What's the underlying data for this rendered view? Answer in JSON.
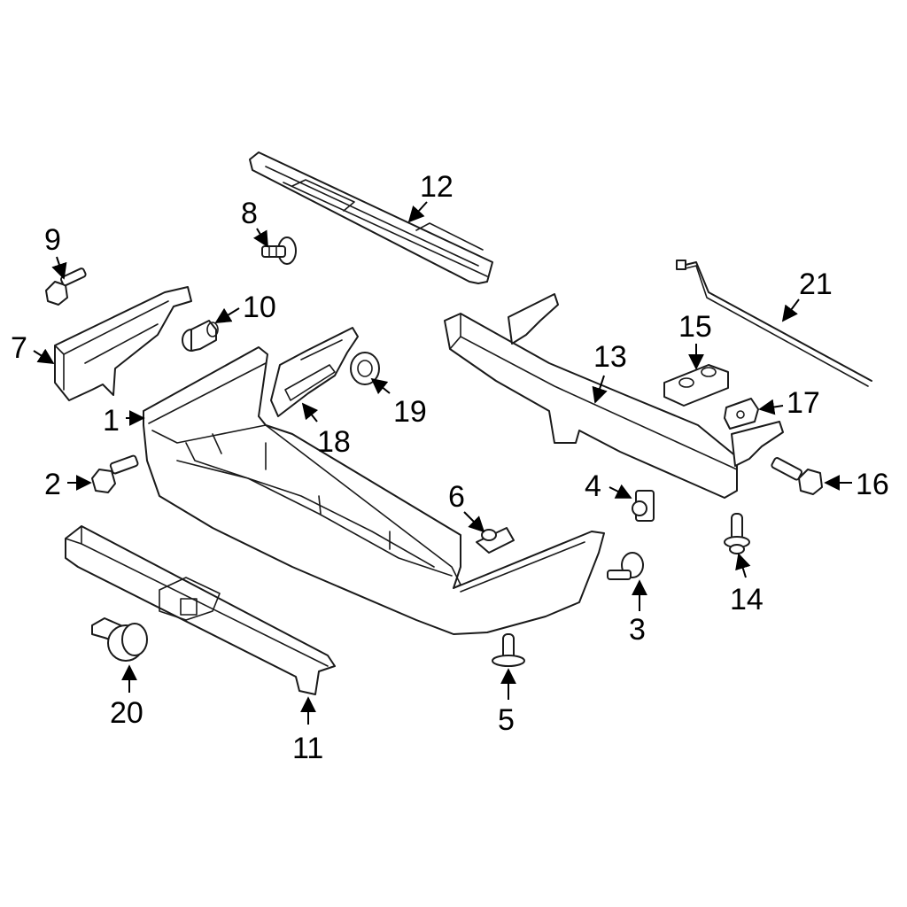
{
  "callouts": [
    {
      "id": "1",
      "text": "1"
    },
    {
      "id": "2",
      "text": "2"
    },
    {
      "id": "3",
      "text": "3"
    },
    {
      "id": "4",
      "text": "4"
    },
    {
      "id": "5",
      "text": "5"
    },
    {
      "id": "6",
      "text": "6"
    },
    {
      "id": "7",
      "text": "7"
    },
    {
      "id": "8",
      "text": "8"
    },
    {
      "id": "9",
      "text": "9"
    },
    {
      "id": "10",
      "text": "10"
    },
    {
      "id": "11",
      "text": "11"
    },
    {
      "id": "12",
      "text": "12"
    },
    {
      "id": "13",
      "text": "13"
    },
    {
      "id": "14",
      "text": "14"
    },
    {
      "id": "15",
      "text": "15"
    },
    {
      "id": "16",
      "text": "16"
    },
    {
      "id": "17",
      "text": "17"
    },
    {
      "id": "18",
      "text": "18"
    },
    {
      "id": "19",
      "text": "19"
    },
    {
      "id": "20",
      "text": "20"
    },
    {
      "id": "21",
      "text": "21"
    }
  ],
  "colors": {
    "line": "#1a1a1a",
    "background": "#ffffff"
  }
}
